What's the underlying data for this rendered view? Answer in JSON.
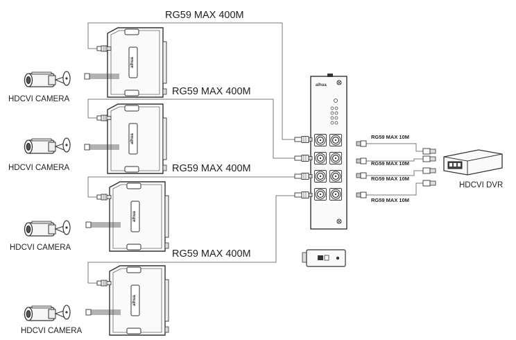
{
  "cable_labels": [
    "RG59 MAX 400M",
    "RG59 MAX 400M",
    "RG59 MAX 400M",
    "RG59 MAX 400M"
  ],
  "camera_labels": [
    "HDCVI CAMERA",
    "HDCVI CAMERA",
    "HDCVI CAMERA",
    "HDCVI CAMERA"
  ],
  "short_cable_labels": [
    "RG59 MAX 10M",
    "RG59 MAX 10M",
    "RG59 MAX 10M",
    "RG59 MAX 10M"
  ],
  "dvr_label": "HDCVI DVR",
  "brand": "alhua"
}
